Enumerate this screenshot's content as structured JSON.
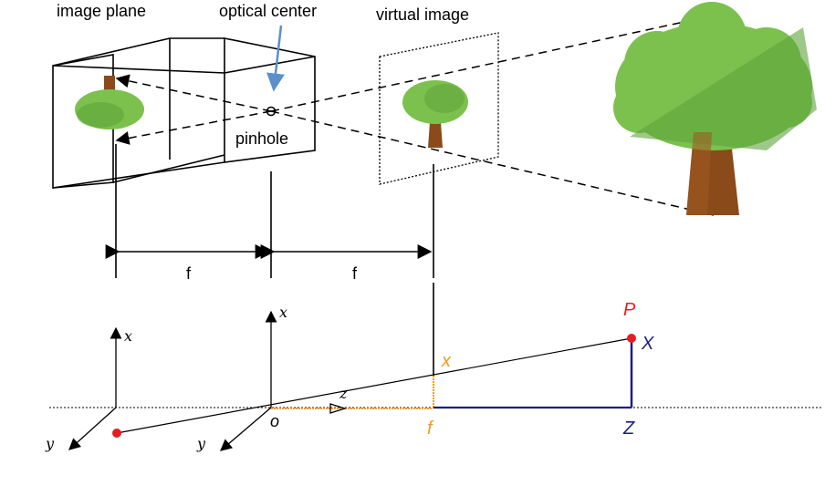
{
  "labels": {
    "image_plane": "image plane",
    "optical_center": "optical center",
    "virtual_image": "virtual image",
    "pinhole": "pinhole",
    "focal_left": "f",
    "focal_right": "f"
  },
  "axes": {
    "x_left": "x",
    "y_left": "y",
    "x_mid": "x",
    "y_mid": "y",
    "z_mid": "z",
    "origin": "o"
  },
  "points": {
    "P": "P",
    "X": "X",
    "x_small": "x",
    "f_small": "f",
    "Z": "Z"
  },
  "colors": {
    "line": "#000000",
    "blue_arrow": "#5b8fc9",
    "red_point": "#e81b23",
    "orange": "#f59a23",
    "navy": "#1f1f7a",
    "tree_light": "#7cc14e",
    "tree_dark": "#5ea33a",
    "trunk": "#8a4a1a"
  },
  "icons": {
    "tree": "tree-icon"
  }
}
